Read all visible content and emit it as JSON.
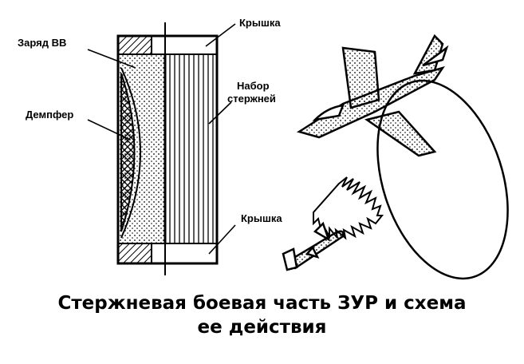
{
  "labels": {
    "cover_top": "Крышка",
    "explosive_charge": "Заряд ВВ",
    "rod_set_line1": "Набор",
    "rod_set_line2": "стержней",
    "damper": "Демпфер",
    "cover_bottom": "Крышка"
  },
  "caption": {
    "line1": "Стержневая боевая часть ЗУР и схема",
    "line2": "ее действия"
  }
}
